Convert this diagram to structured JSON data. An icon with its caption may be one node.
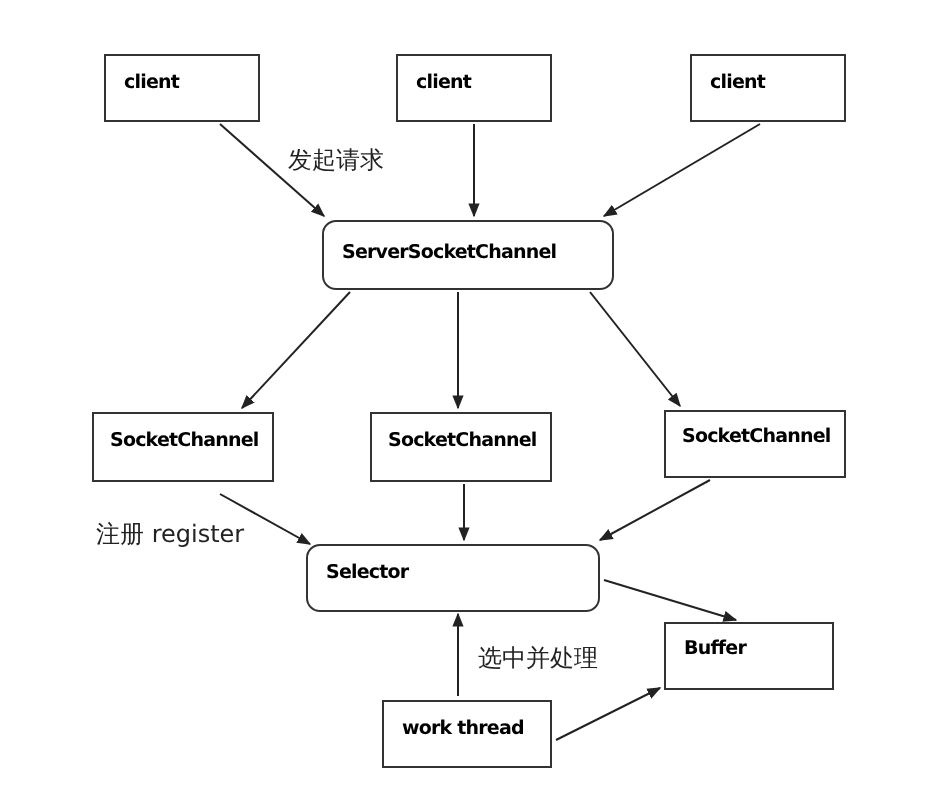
{
  "diagram": {
    "nodes": [
      {
        "text": [
          "client"
        ]
      },
      {
        "text": [
          "client"
        ]
      },
      {
        "text": [
          "client"
        ]
      },
      {
        "text": [
          "ServerSocketChannel"
        ]
      },
      {
        "text": [
          "SocketChannel"
        ]
      },
      {
        "text": [
          "SocketChannel"
        ]
      },
      {
        "text": [
          "SocketChannel"
        ]
      },
      {
        "text": [
          "Selector"
        ]
      },
      {
        "text": [
          "Buffer"
        ]
      },
      {
        "text": [
          "work thread"
        ]
      }
    ],
    "edges": [
      {
        "from": 0,
        "to": 3,
        "arrow": "to",
        "label": "发起请求"
      },
      {
        "from": 1,
        "to": 3,
        "arrow": "to"
      },
      {
        "from": 2,
        "to": 3,
        "arrow": "to"
      },
      {
        "from": 3,
        "to": 4,
        "arrow": "to"
      },
      {
        "from": 3,
        "to": 5,
        "arrow": "to"
      },
      {
        "from": 3,
        "to": 6,
        "arrow": "to"
      },
      {
        "from": 4,
        "to": 7,
        "arrow": "to",
        "label": "注册 register"
      },
      {
        "from": 5,
        "to": 7,
        "arrow": "to"
      },
      {
        "from": 6,
        "to": 7,
        "arrow": "to"
      },
      {
        "from": 7,
        "to": 8,
        "arrow": "to"
      },
      {
        "from": 9,
        "to": 7,
        "arrow": "to",
        "label": "选中并处理"
      },
      {
        "from": 9,
        "to": 8,
        "arrow": "to"
      }
    ]
  }
}
